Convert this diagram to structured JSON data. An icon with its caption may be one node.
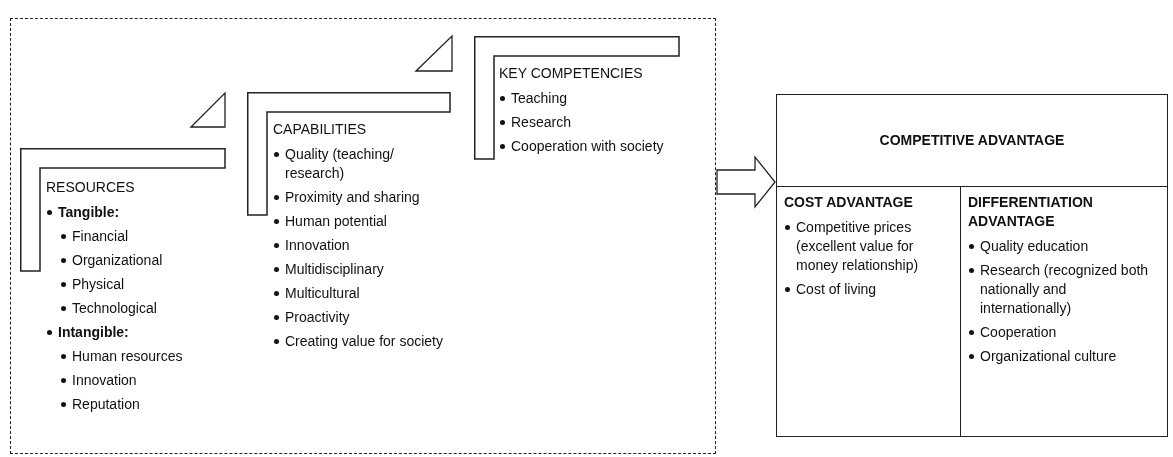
{
  "diagram": {
    "nodes": [
      {
        "text": [],
        "shape": "box"
      },
      {
        "text": [
          "RESOURCES",
          "Tangible:",
          "Financial",
          "Organizational",
          "Physical",
          "Technological",
          "Intangible:",
          "Human resources",
          "Innovation",
          "Reputation"
        ],
        "in": 0
      },
      {
        "text": [
          "CAPABILITIES",
          "Quality (teaching/ research)",
          "Proximity and sharing",
          "Human potential",
          "Innovation",
          "Multidisciplinary",
          "Multicultural",
          "Proactivity",
          "Creating value for society"
        ],
        "in": 0
      },
      {
        "text": [
          "KEY COMPETENCIES",
          "Teaching",
          "Research",
          "Cooperation with society"
        ],
        "in": 0
      },
      {
        "text": [
          "COMPETITIVE ADVANTAGE"
        ]
      },
      {
        "text": [
          "COST ADVANTAGE",
          "Competitive prices (excellent value for money relationship)",
          "Cost of living"
        ],
        "in": 4
      },
      {
        "text": [
          "DIFFERENTIATION ADVANTAGE",
          "Quality education",
          "Research (recognized both nationally and internationally)",
          "Cooperation",
          "Organizational culture"
        ],
        "in": 4
      }
    ],
    "edges": [
      {
        "from": 0,
        "to": 4,
        "arrow": "to"
      }
    ]
  }
}
